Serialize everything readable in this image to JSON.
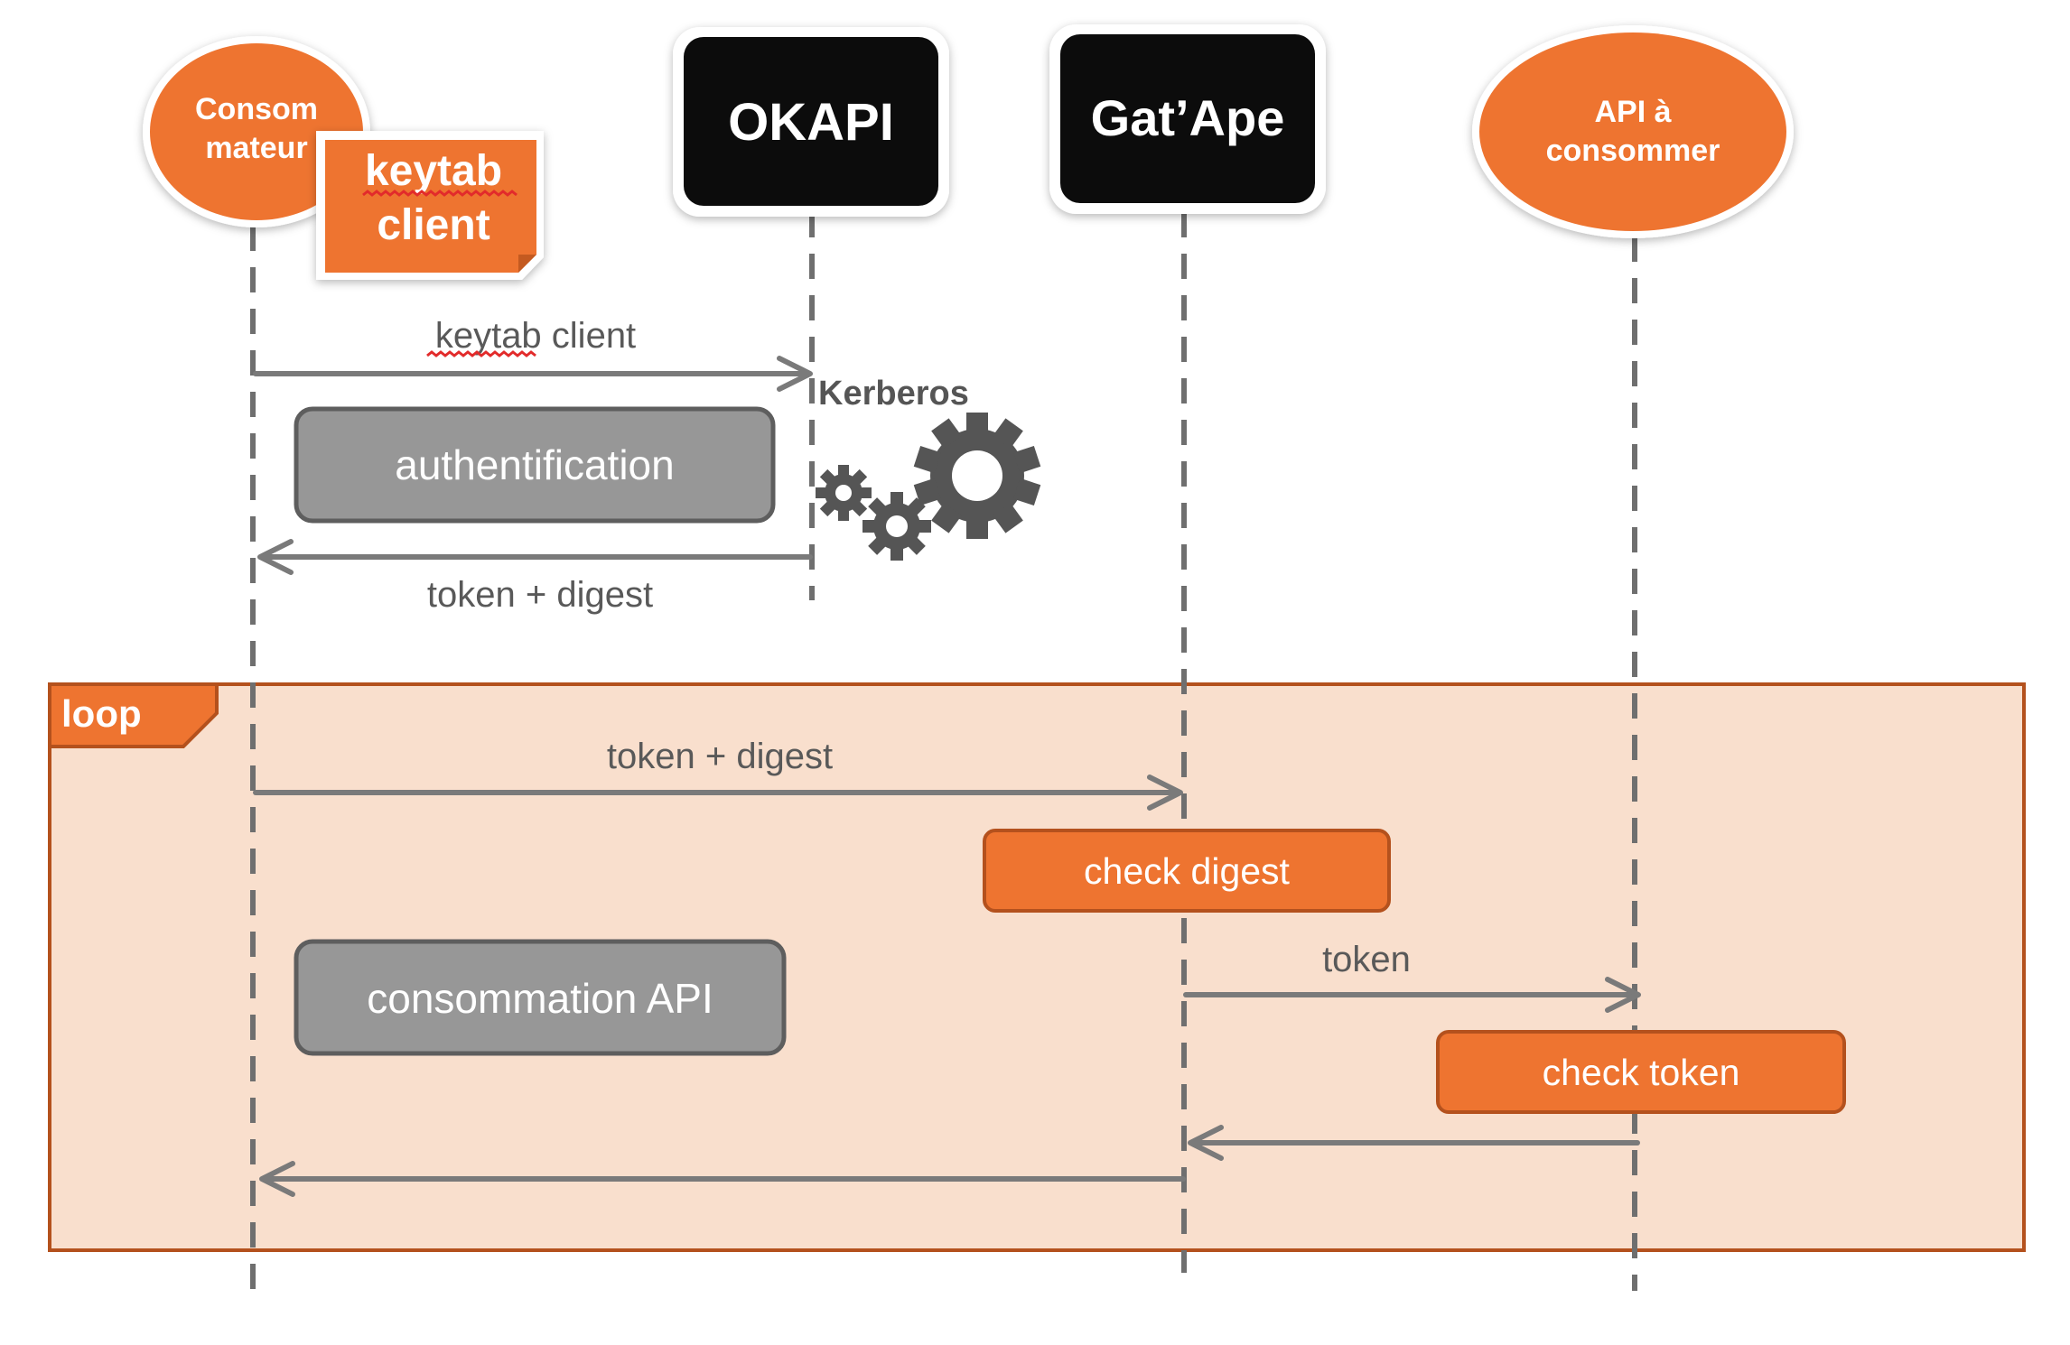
{
  "participants": {
    "consumer_line1": "Consom",
    "consumer_line2": "mateur",
    "okapi": "OKAPI",
    "gatape": "Gat’Ape",
    "api_line1": "API à",
    "api_line2": "consommer"
  },
  "note": {
    "line1": "keytab",
    "line2": "client"
  },
  "messages": {
    "keytab_client": "keytab client",
    "token_digest_1": "token + digest",
    "token_digest_2": "token + digest",
    "token": "token"
  },
  "kerberos": "Kerberos",
  "activities": {
    "authentification": "authentification",
    "consommation_api": "consommation API",
    "check_digest": "check digest",
    "check_token": "check token"
  },
  "loop_label": "loop",
  "colors": {
    "orange": "#ee7430",
    "loop_fill": "#f9dfcd",
    "grey_box": "#979797",
    "black_box": "#0c0c0c",
    "gear": "#555555"
  }
}
